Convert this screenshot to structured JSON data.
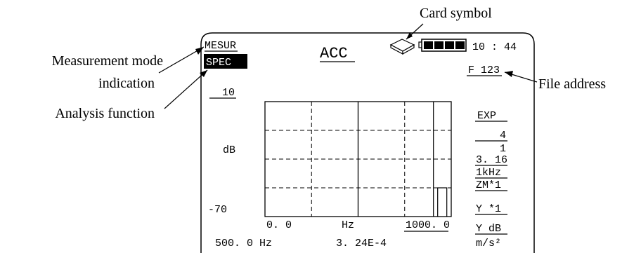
{
  "callouts": {
    "card_symbol": "Card symbol",
    "measurement_mode_line1": "Measurement mode",
    "measurement_mode_line2": "indication",
    "analysis_function": "Analysis function",
    "file_address": "File address"
  },
  "screen": {
    "mode": "MESUR",
    "function": "SPEC",
    "channel": "ACC",
    "time": "10 : 44",
    "file": "F 123",
    "y_top": "10",
    "y_unit": "dB",
    "y_bottom": "-70",
    "x_start": "0. 0",
    "x_unit": "Hz",
    "x_end": "1000. 0",
    "cursor_freq": "500. 0 Hz",
    "cursor_value": "3. 24E-4",
    "value_unit": "m/s²",
    "right_panel": [
      "EXP",
      "4",
      "1",
      "3. 16",
      "1kHz",
      "ZM*1",
      "Y *1",
      "Y dB"
    ],
    "battery_level": 4,
    "battery_max": 4
  },
  "chart_data": {
    "type": "bar",
    "xlabel": "Hz",
    "ylabel": "dB",
    "xlim": [
      0,
      1000
    ],
    "ylim": [
      -70,
      10
    ],
    "grid": true,
    "cursor_x": 500,
    "x": [
      980
    ],
    "values": [
      -50
    ]
  }
}
